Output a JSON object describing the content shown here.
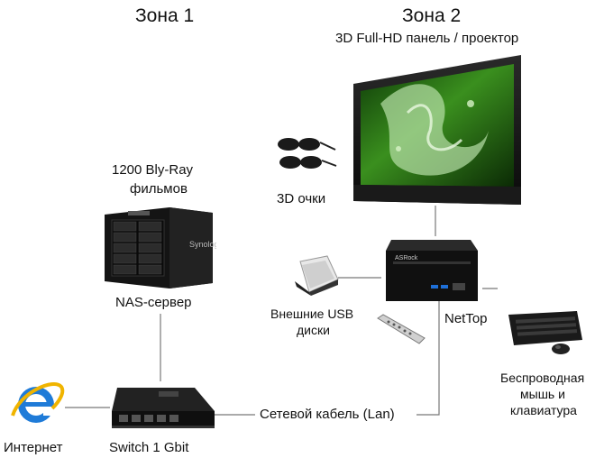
{
  "zones": {
    "zone1": "Зона 1",
    "zone2": "Зона 2",
    "zone2_subtitle": "3D Full-HD панель / проектор"
  },
  "devices": {
    "nas_caption_line1": "1200 Bly-Ray",
    "nas_caption_line2": "фильмов",
    "nas_label": "NAS-сервер",
    "glasses_label": "3D очки",
    "usb_label_line1": "Внешние USB",
    "usb_label_line2": "диски",
    "nettop_label": "NetTop",
    "keyboard_label_line1": "Беспроводная",
    "keyboard_label_line2": "мышь и",
    "keyboard_label_line3": "клавиатура",
    "switch_label": "Switch 1 Gbit",
    "internet_label": "Интернет",
    "cable_label": "Сетевой кабель (Lan)",
    "nas_brand": "Synology",
    "nettop_brand": "ASRock"
  },
  "colors": {
    "wire": "#777777",
    "screen_green": "#3a8f1e",
    "device_black": "#141414",
    "ie_blue": "#1f7bd8"
  }
}
